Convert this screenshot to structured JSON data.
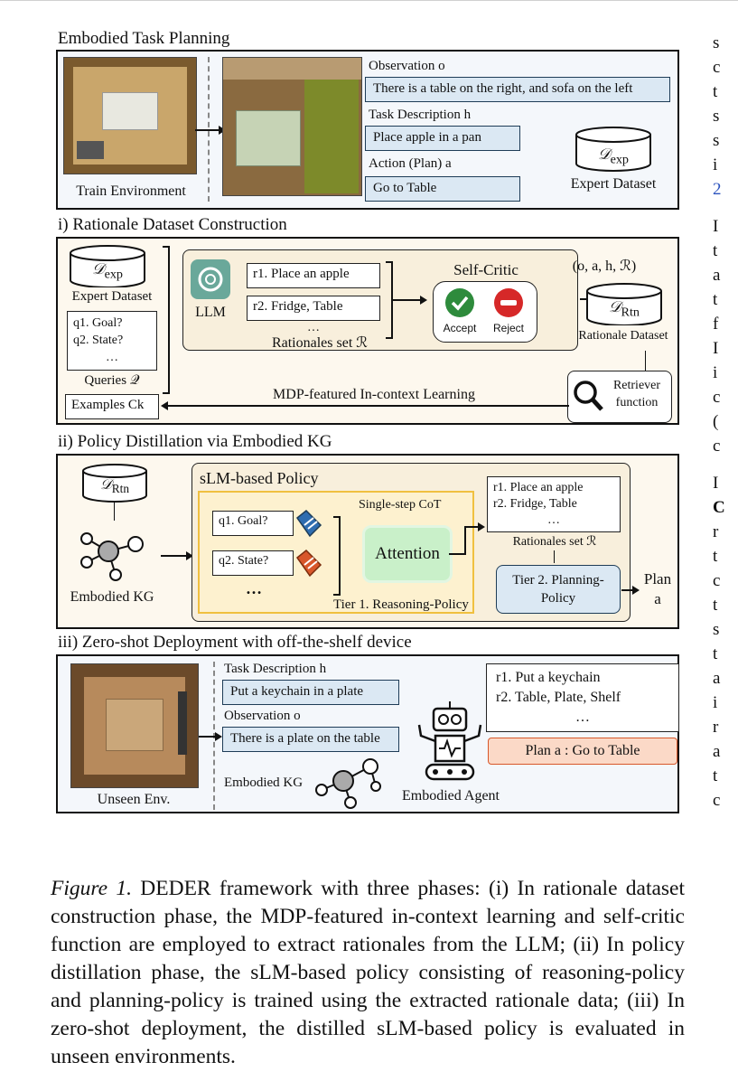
{
  "sections": {
    "s0": "Embodied Task Planning",
    "s1": "i) Rationale Dataset Construction",
    "s2": "ii) Policy Distillation via Embodied KG",
    "s3": "iii) Zero-shot Deployment with off-the-shelf device"
  },
  "panel0": {
    "train_env": "Train Environment",
    "obs_label": "Observation o",
    "obs_text": "There is a table on the right, and sofa on the left",
    "task_label": "Task Description h",
    "task_text": "Place apple in a pan",
    "action_label": "Action (Plan) a",
    "action_text": "Go to Table",
    "expert_symbol": "𝒟exp",
    "expert_label": "Expert Dataset"
  },
  "panel1": {
    "expert_symbol": "𝒟exp",
    "expert_label": "Expert Dataset",
    "q1": "q1. Goal?",
    "q2": "q2. State?",
    "dots": "…",
    "queries": "Queries 𝒬",
    "examples": "Examples Ck",
    "llm": "LLM",
    "r1": "r1. Place an apple",
    "r2": "r2. Fridge, Table",
    "rationales": "Rationales set ℛ",
    "self_critic": "Self-Critic",
    "accept": "Accept",
    "reject": "Reject",
    "tuple": "(o, a, h, ℛ)",
    "rtn_symbol": "𝒟Rtn",
    "rtn_label": "Rationale Dataset",
    "retriever": "Retriever function",
    "mdp": "MDP-featured In-context Learning"
  },
  "panel2": {
    "rtn_symbol": "𝒟Rtn",
    "kg": "Embodied KG",
    "policy_title": "sLM-based Policy",
    "cot": "Single-step CoT",
    "q1": "q1. Goal?",
    "q2": "q2. State?",
    "dots": "…",
    "attention": "Attention",
    "tier1": "Tier 1. Reasoning-Policy",
    "r1": "r1. Place an apple",
    "r2": "r2. Fridge, Table",
    "rationales": "Rationales set ℛ",
    "tier2": "Tier 2. Planning-Policy",
    "plan": "Plan a"
  },
  "panel3": {
    "unseen": "Unseen Env.",
    "task_label": "Task Description h",
    "task_text": "Put a keychain in a plate",
    "obs_label": "Observation o",
    "obs_text": "There is a plate on the table",
    "kg": "Embodied KG",
    "agent": "Embodied Agent",
    "r1": "r1. Put a keychain",
    "r2": "r2. Table, Plate, Shelf",
    "dots": "…",
    "plan": "Plan a : Go to Table"
  },
  "right_column": [
    "s",
    "c",
    "t",
    "s",
    "s",
    "i",
    "2",
    "I",
    "t",
    "a",
    "t",
    "f",
    "I",
    "i",
    "c",
    "(",
    "c",
    "I",
    "C",
    "r",
    "t",
    "c",
    "t",
    "s",
    "t",
    "a",
    "i",
    "r",
    "a",
    "t",
    "c"
  ],
  "caption": {
    "fig": "Figure 1.",
    "body": "DEDER framework with three phases: (i) In rationale dataset construction phase, the MDP-featured in-context learning and self-critic function are employed to extract rationales from the LLM; (ii) In policy distillation phase, the sLM-based policy consisting of reasoning-policy and planning-policy is trained using the extracted rationale data; (iii) In zero-shot deployment, the distilled sLM-based policy is evaluated in unseen environments."
  },
  "colors": {
    "green": "#2e8b3c",
    "red": "#d62828",
    "blue_box": "#dbe8f3",
    "attention": "#c9f0c9",
    "plan_box": "#fbd9c7",
    "panel_bg": "#fdf8ee"
  }
}
